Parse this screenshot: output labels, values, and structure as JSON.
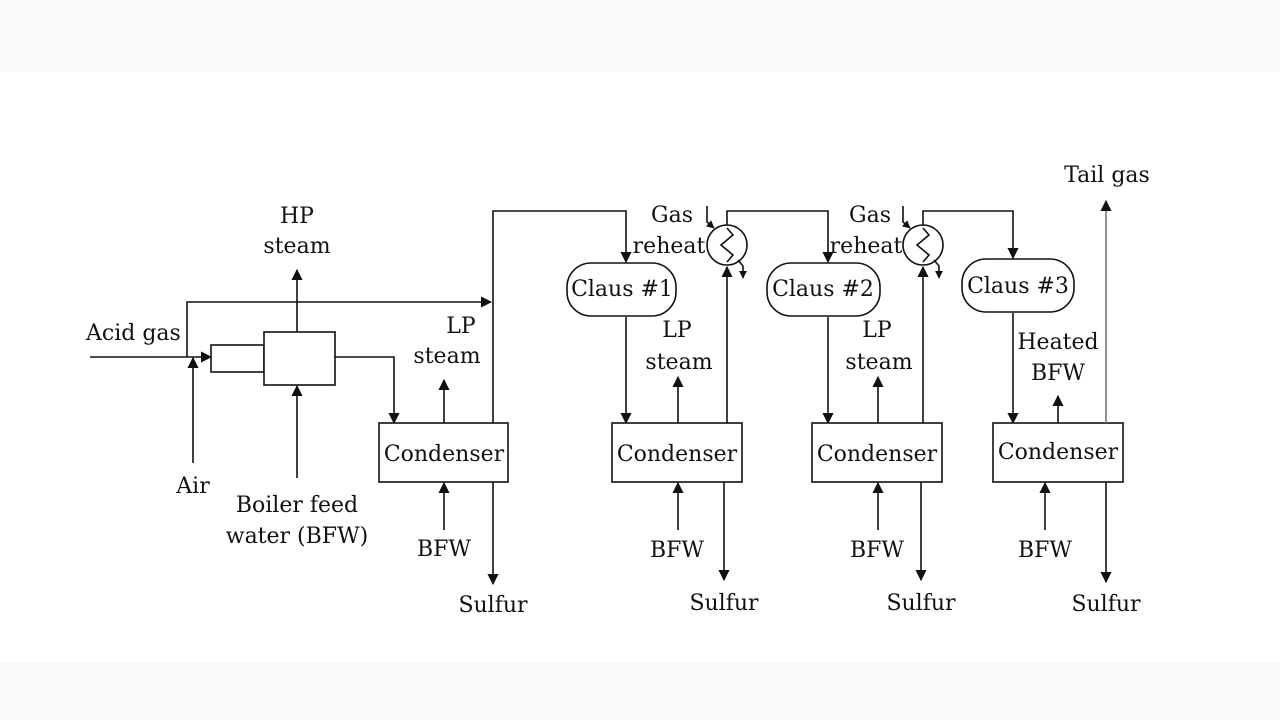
{
  "labels": {
    "acid_gas": "Acid gas",
    "air": "Air",
    "hp_steam_1": "HP",
    "hp_steam_2": "steam",
    "bfw_boiler_1": "Boiler feed",
    "bfw_boiler_2": "water (BFW)",
    "lp": "LP",
    "steam": "steam",
    "bfw": "BFW",
    "sulfur": "Sulfur",
    "gas": "Gas",
    "reheat": "reheat",
    "heated": "Heated",
    "tail_gas": "Tail gas"
  },
  "units": {
    "condenser": "Condenser",
    "claus_1": "Claus #1",
    "claus_2": "Claus #2",
    "claus_3": "Claus #3"
  }
}
